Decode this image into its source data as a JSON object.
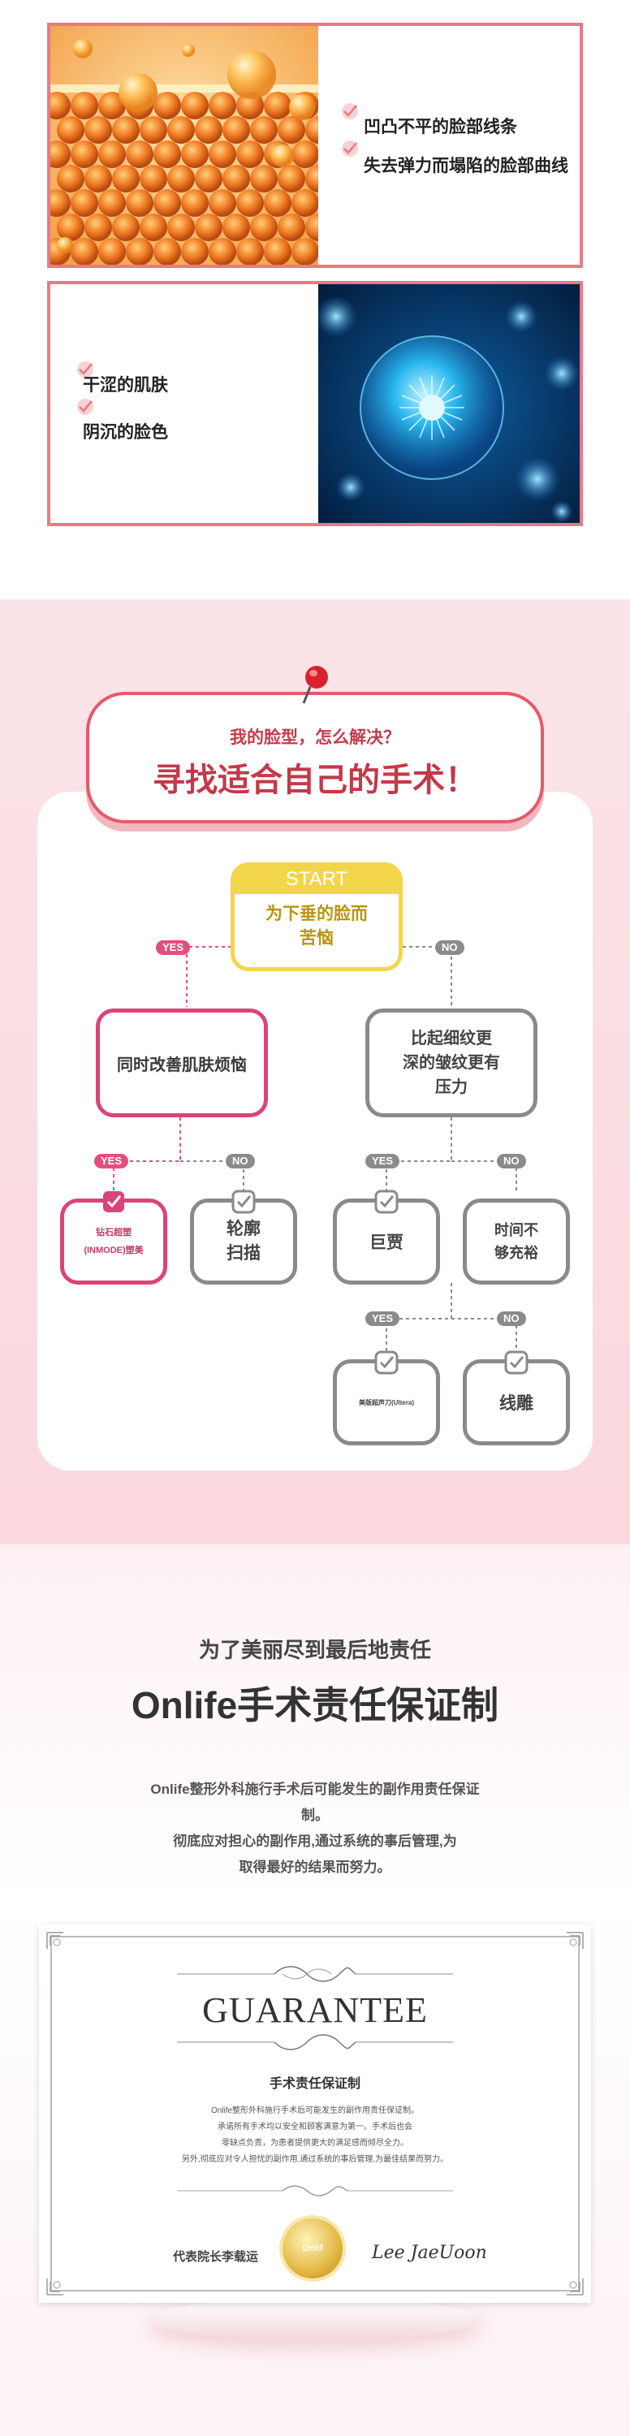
{
  "card1": {
    "items": [
      "凹凸不平的脸部线条",
      "失去弹力而塌陷的脸部曲线"
    ]
  },
  "card2": {
    "items": [
      "干涩的肌肤",
      "阴沉的脸色"
    ]
  },
  "flow": {
    "question_small": "我的脸型，怎么解决？",
    "question_big": "寻找适合自己的手术！",
    "start_label": "START",
    "start_text": [
      "为下垂的脸而",
      "苦恼"
    ],
    "yes": "YES",
    "no": "NO",
    "left_q": "同时改善肌肤烦恼",
    "right_q": [
      "比起细纹更",
      "深的皱纹更有",
      "压力"
    ],
    "res_inmode": [
      "钻石超塑",
      "(INMODE)塑美"
    ],
    "res_contour": [
      "轮廓",
      "扫描"
    ],
    "res_giant": "巨贾",
    "res_time": [
      "时间不",
      "够充裕"
    ],
    "res_ultera": "美版超声刀(Ultera)",
    "res_thread": "线雕"
  },
  "guarantee": {
    "subtitle": "为了美丽尽到最后地责任",
    "title": "Onlife手术责任保证制",
    "desc": [
      "Onlife整形外科施行手术后可能发生的副作用责任保证",
      "制。",
      "彻底应对担心的副作用,通过系统的事后管理,为",
      "取得最好的结果而努力。"
    ],
    "cert_heading": "GUARANTEE",
    "cert_subtitle": "手术责任保证制",
    "cert_lines": [
      "Onlife整形外科施行手术后可能发生的副作用责任保证制。",
      "承诺所有手术均以安全和顾客满意为第一。手术后也会",
      "零缺点负责，为患者提供更大的满足感而倾尽全力。",
      "另外,彻底应对令人担忧的副作用,通过系统的事后管理,为最佳结果而努力。"
    ],
    "signer": "代表院长李载运",
    "seal_text": "Onlif",
    "signature": "Lee JaeUoon"
  },
  "colors": {
    "accent": "#c23a4a",
    "card_border": "#e87a84",
    "node_gray": "#8a8a8a",
    "node_pink": "#d9457a",
    "start_yellow": "#f3d54a"
  }
}
